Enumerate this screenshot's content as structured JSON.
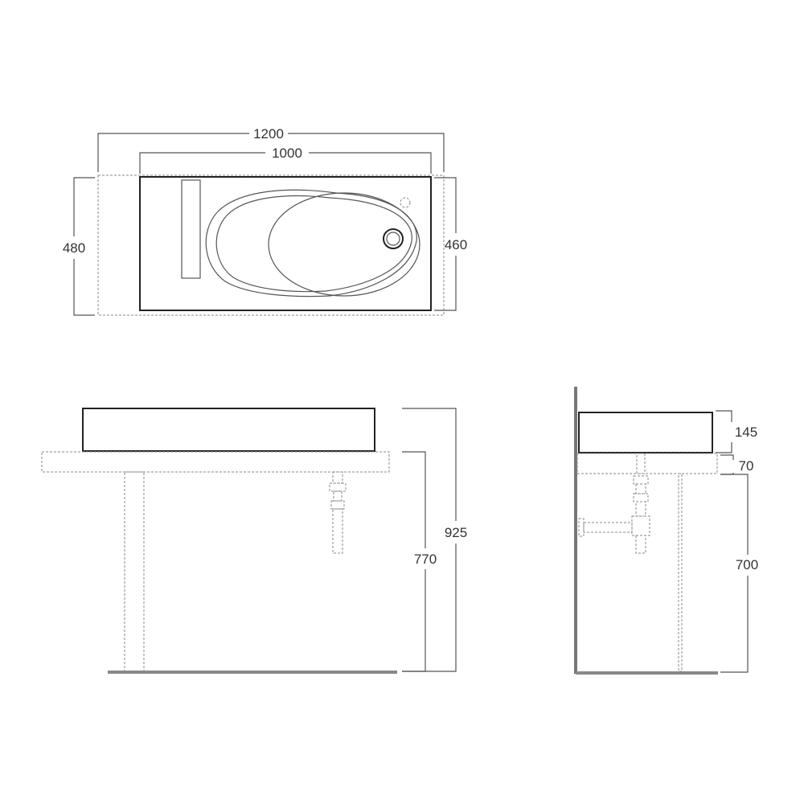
{
  "plan_view": {
    "dim_total_width": "1200",
    "dim_basin_width": "1000",
    "dim_total_depth": "480",
    "dim_basin_depth": "460"
  },
  "front_view": {
    "dim_total_height": "925",
    "dim_shelf_height": "770"
  },
  "side_view": {
    "dim_basin_height": "145",
    "dim_shelf_thickness": "70",
    "dim_under_height": "700"
  },
  "colors": {
    "line": "#222222",
    "hidden_line": "#888888",
    "text": "#333333"
  }
}
